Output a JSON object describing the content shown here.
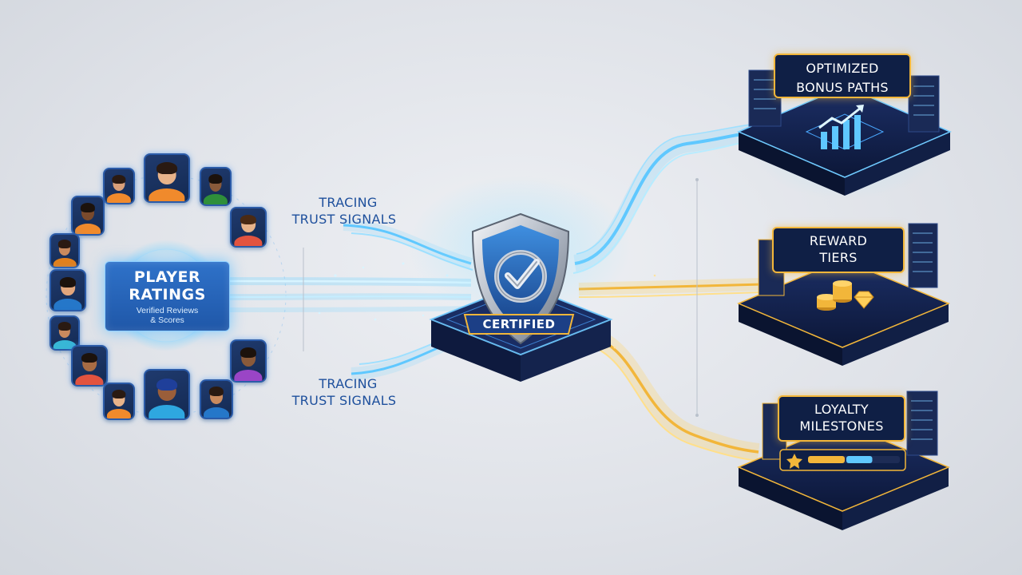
{
  "ratings_card": {
    "title_line1": "PLAYER",
    "title_line2": "RATINGS",
    "subtitle_line1": "Verified Reviews",
    "subtitle_line2": "& Scores"
  },
  "trace_labels": [
    {
      "line1": "TRACING",
      "line2": "TRUST SIGNALS"
    },
    {
      "line1": "TRACING",
      "line2": "TRUST SIGNALS"
    }
  ],
  "certified": {
    "label": "CERTIFIED"
  },
  "platforms": [
    {
      "line1": "OPTIMIZED",
      "line2": "BONUS PATHS",
      "icon": "bar-chart-trend-icon"
    },
    {
      "line1": "REWARD",
      "line2": "TIERS",
      "icon": "coins-gem-icon"
    },
    {
      "line1": "LOYALTY",
      "line2": "MILESTONES",
      "icon": "star-progress-icon",
      "progress": 0.7
    }
  ],
  "colors": {
    "accent_blue": "#5fc8ff",
    "accent_gold": "#f2b63a",
    "navy": "#0f1f45",
    "card_blue": "#2a68be"
  },
  "avatars": [
    {
      "shirt": "#f08a2c",
      "skin": "#e8b38a",
      "hair": "#2a1a12"
    },
    {
      "shirt": "#f08a2c",
      "skin": "#d9a07a",
      "hair": "#2a1a12"
    },
    {
      "shirt": "#2f8f3a",
      "skin": "#8a5a3a",
      "hair": "#1c120c"
    },
    {
      "shirt": "#f08a2c",
      "skin": "#7a4a2c",
      "hair": "#1c120c"
    },
    {
      "shirt": "#e2533f",
      "skin": "#e8b38a",
      "hair": "#4a2a14"
    },
    {
      "shirt": "#e0801e",
      "skin": "#c98a5e",
      "hair": "#2a1a12"
    },
    {
      "shirt": "#2577c9",
      "skin": "#e2a67c",
      "hair": "#1c120c"
    },
    {
      "shirt": "#38b7d6",
      "skin": "#c98a5e",
      "hair": "#2a1a12"
    },
    {
      "shirt": "#e2533f",
      "skin": "#a86c44",
      "hair": "#1c120c"
    },
    {
      "shirt": "#9a45c6",
      "skin": "#8a5a3a",
      "hair": "#1c120c"
    },
    {
      "shirt": "#f08a2c",
      "skin": "#e8b38a",
      "hair": "#2a1a12"
    },
    {
      "shirt": "#2ea7e0",
      "skin": "#9a5e3a",
      "hair": "#1f3f9a"
    },
    {
      "shirt": "#2577c9",
      "skin": "#c98a5e",
      "hair": "#2a1a12"
    }
  ]
}
